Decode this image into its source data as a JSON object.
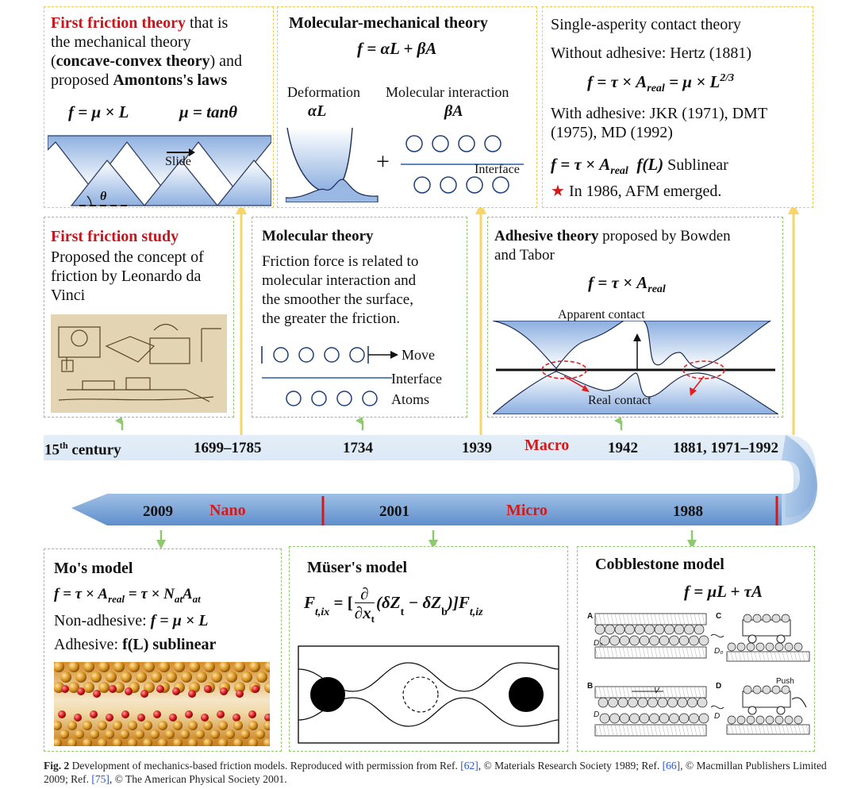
{
  "boxes": {
    "amontons": {
      "highlight": "First friction theory",
      "line1_rest": " that is",
      "line2": "the mechanical theory",
      "line3_open": "(",
      "line3_bold": "concave-convex theory",
      "line3_close": ") and",
      "line4_pre": "proposed ",
      "line4_bold": "Amontons's laws",
      "eq1": "f = μ × L",
      "eq2": "μ = tanθ",
      "slide_label": "Slide",
      "theta_label": "θ"
    },
    "molmech": {
      "title": "Molecular-mechanical theory",
      "eq": "f = αL + βA",
      "deformation_label": "Deformation",
      "deformation_eq": "αL",
      "molecular_label": "Molecular interaction",
      "molecular_eq": "βA",
      "plus": "+",
      "interface_label": "Interface"
    },
    "singleasperity": {
      "title": "Single-asperity contact theory",
      "without_label": "Without adhesive: Hertz (1881)",
      "eq1": "f = τ × A",
      "eq1_sub": "real",
      "eq1_rest": " = μ × L",
      "eq1_sup": "2/3",
      "with_label_1": "With adhesive: JKR (1971), DMT",
      "with_label_2": "(1975), MD (1992)",
      "eq2": "f = τ × A",
      "eq2_sub": "real",
      "eq2_fl": "f(L)",
      "eq2_rest": " Sublinear",
      "star": "★",
      "afm": " In 1986, AFM emerged."
    },
    "davinci": {
      "highlight": "First friction study",
      "line1": "Proposed the concept of",
      "line2": "friction by Leonardo da",
      "line3": "Vinci"
    },
    "moltheory": {
      "title": "Molecular theory",
      "line1": "Friction force is related to",
      "line2": "molecular interaction and",
      "line3": "the smoother the surface,",
      "line4": "the greater the friction.",
      "move_label": "Move",
      "interface_label": "Interface",
      "atoms_label": "Atoms"
    },
    "adhesive": {
      "title_bold": "Adhesive theory",
      "title_rest": " proposed by Bowden",
      "title_line2": "and Tabor",
      "eq": "f = τ × A",
      "eq_sub": "real",
      "apparent_label": "Apparent contact",
      "real_label": "Real contact"
    },
    "mo": {
      "title": "Mo's model",
      "eq1": "f = τ × A",
      "eq1_sub": "real",
      "eq1_mid": " = τ × N",
      "eq1_sub2": "at",
      "eq1_a": "A",
      "eq1_sub3": "at",
      "nonadh_label": "Non-adhesive: ",
      "nonadh_eq": "f = μ × L",
      "adh_label": "Adhesive: ",
      "adh_eq": "f(L) sublinear"
    },
    "muser": {
      "title": "Müser's model",
      "eq": "F",
      "eq_sub": "t,ix",
      "eq_mid": " = [",
      "eq_partial": "∂",
      "eq_denom": "∂x",
      "eq_denom_sub": "t",
      "eq_paren": "(δZ",
      "eq_paren_sub1": "t",
      "eq_minus": " − δZ",
      "eq_paren_sub2": "b",
      "eq_close": ")]F",
      "eq_end_sub": "t,iz"
    },
    "cobblestone": {
      "title": "Cobblestone model",
      "eq": "f = μL + τA",
      "panel_a": "A",
      "panel_b": "B",
      "panel_c": "C",
      "panel_d": "D",
      "d0": "D₀",
      "d": "D",
      "v": "V",
      "push": "Push"
    }
  },
  "timeline": {
    "top_years": [
      "15th century",
      "1699–1785",
      "1734",
      "1939",
      "1942",
      "1881, 1971–1992"
    ],
    "top_year_15_sup": "th",
    "macro_label": "Macro",
    "bottom_years": [
      "2009",
      "2001",
      "1988"
    ],
    "nano_label": "Nano",
    "micro_label": "Micro"
  },
  "caption": {
    "fig_label": "Fig. 2",
    "text_1": "  Development of mechanics-based friction models. Reproduced with permission from Ref. ",
    "ref1": "[62]",
    "text_2": ", © Materials Research Society 1989; Ref. ",
    "ref2": "[66]",
    "text_3": ", © Macmillan Publishers Limited 2009; Ref. ",
    "ref3": "[75]",
    "text_4": ", © The American Physical Society 2001."
  },
  "colors": {
    "yellow_border": "#f2c84b",
    "green_border": "#8ec86f",
    "highlight_red": "#c4161c",
    "timeline_blue": "#7fa8d8",
    "scale_red": "#d21a1a"
  }
}
